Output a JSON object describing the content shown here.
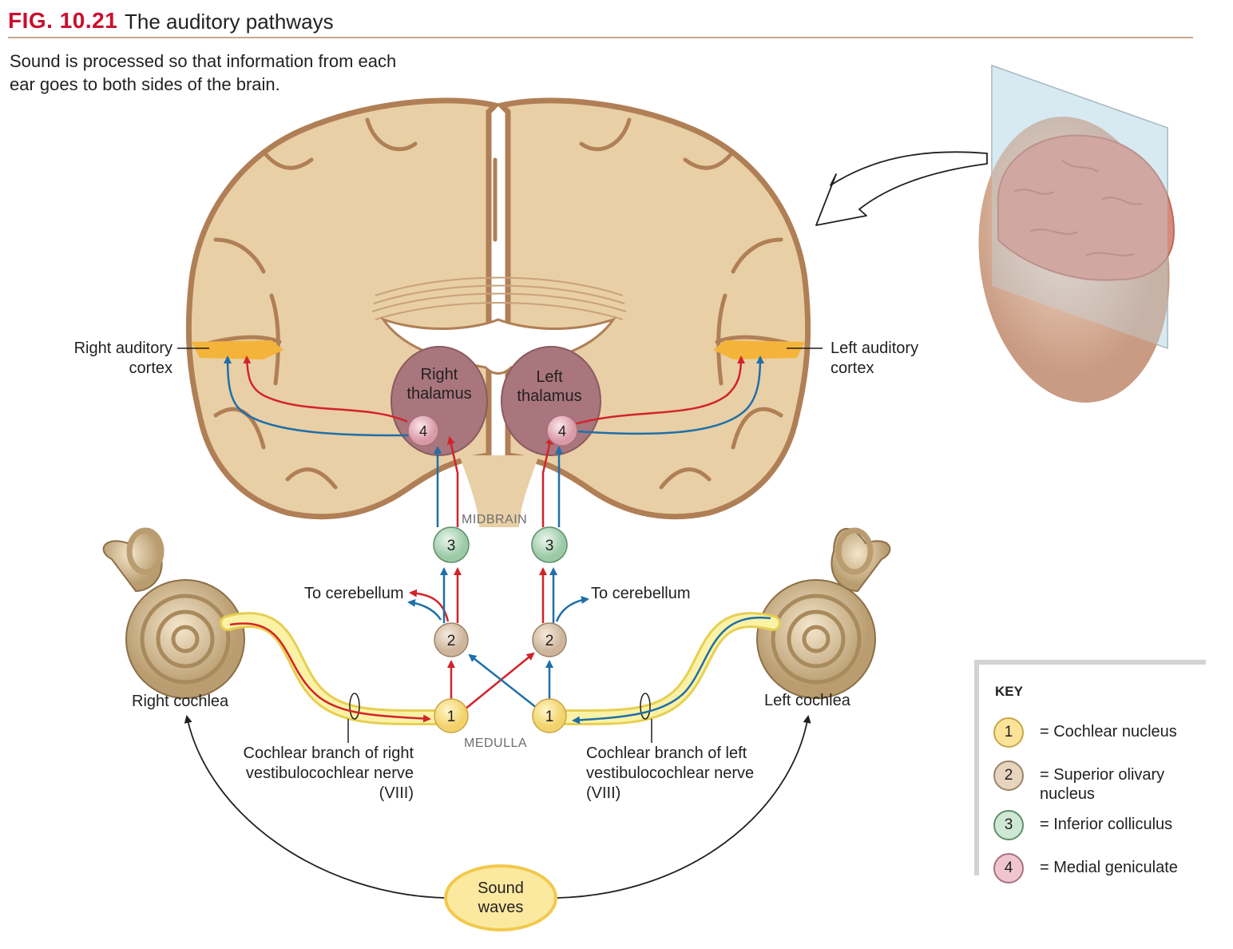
{
  "figure": {
    "number": "FIG. 10.21",
    "title": "The auditory pathways",
    "caption": "Sound is processed so that information from each ear goes to both sides of the brain."
  },
  "labels": {
    "right_auditory_cortex": "Right auditory cortex",
    "left_auditory_cortex": "Left auditory cortex",
    "right_thalamus": "Right thalamus",
    "left_thalamus": "Left thalamus",
    "midbrain": "MIDBRAIN",
    "medulla": "MEDULLA",
    "to_cerebellum_left": "To cerebellum",
    "to_cerebellum_right": "To cerebellum",
    "right_cochlea": "Right cochlea",
    "left_cochlea": "Left cochlea",
    "right_nerve": "Cochlear branch of right vestibulocochlear nerve (VIII)",
    "left_nerve": "Cochlear branch of left vestibulocochlear nerve (VIII)",
    "sound_waves": "Sound waves"
  },
  "nodes": {
    "n1": "1",
    "n2": "2",
    "n3": "3",
    "n4": "4"
  },
  "key": {
    "title": "KEY",
    "items": [
      {
        "num": "1",
        "text": "= Cochlear nucleus",
        "color": "#fbe49a"
      },
      {
        "num": "2",
        "text": "= Superior olivary nucleus",
        "color": "#e6d4bf"
      },
      {
        "num": "3",
        "text": "= Inferior colliculus",
        "color": "#cfe8d4"
      },
      {
        "num": "4",
        "text": "= Medial geniculate",
        "color": "#efc6cf"
      }
    ]
  },
  "colors": {
    "red_path": "#d2232a",
    "blue_path": "#1f6fa8",
    "brain_tissue": "#e8cfa6",
    "brain_edge": "#b07f55",
    "thalamus": "#a8767c",
    "cortex": "#f4b43a",
    "nerve": "#f7ec8a"
  }
}
